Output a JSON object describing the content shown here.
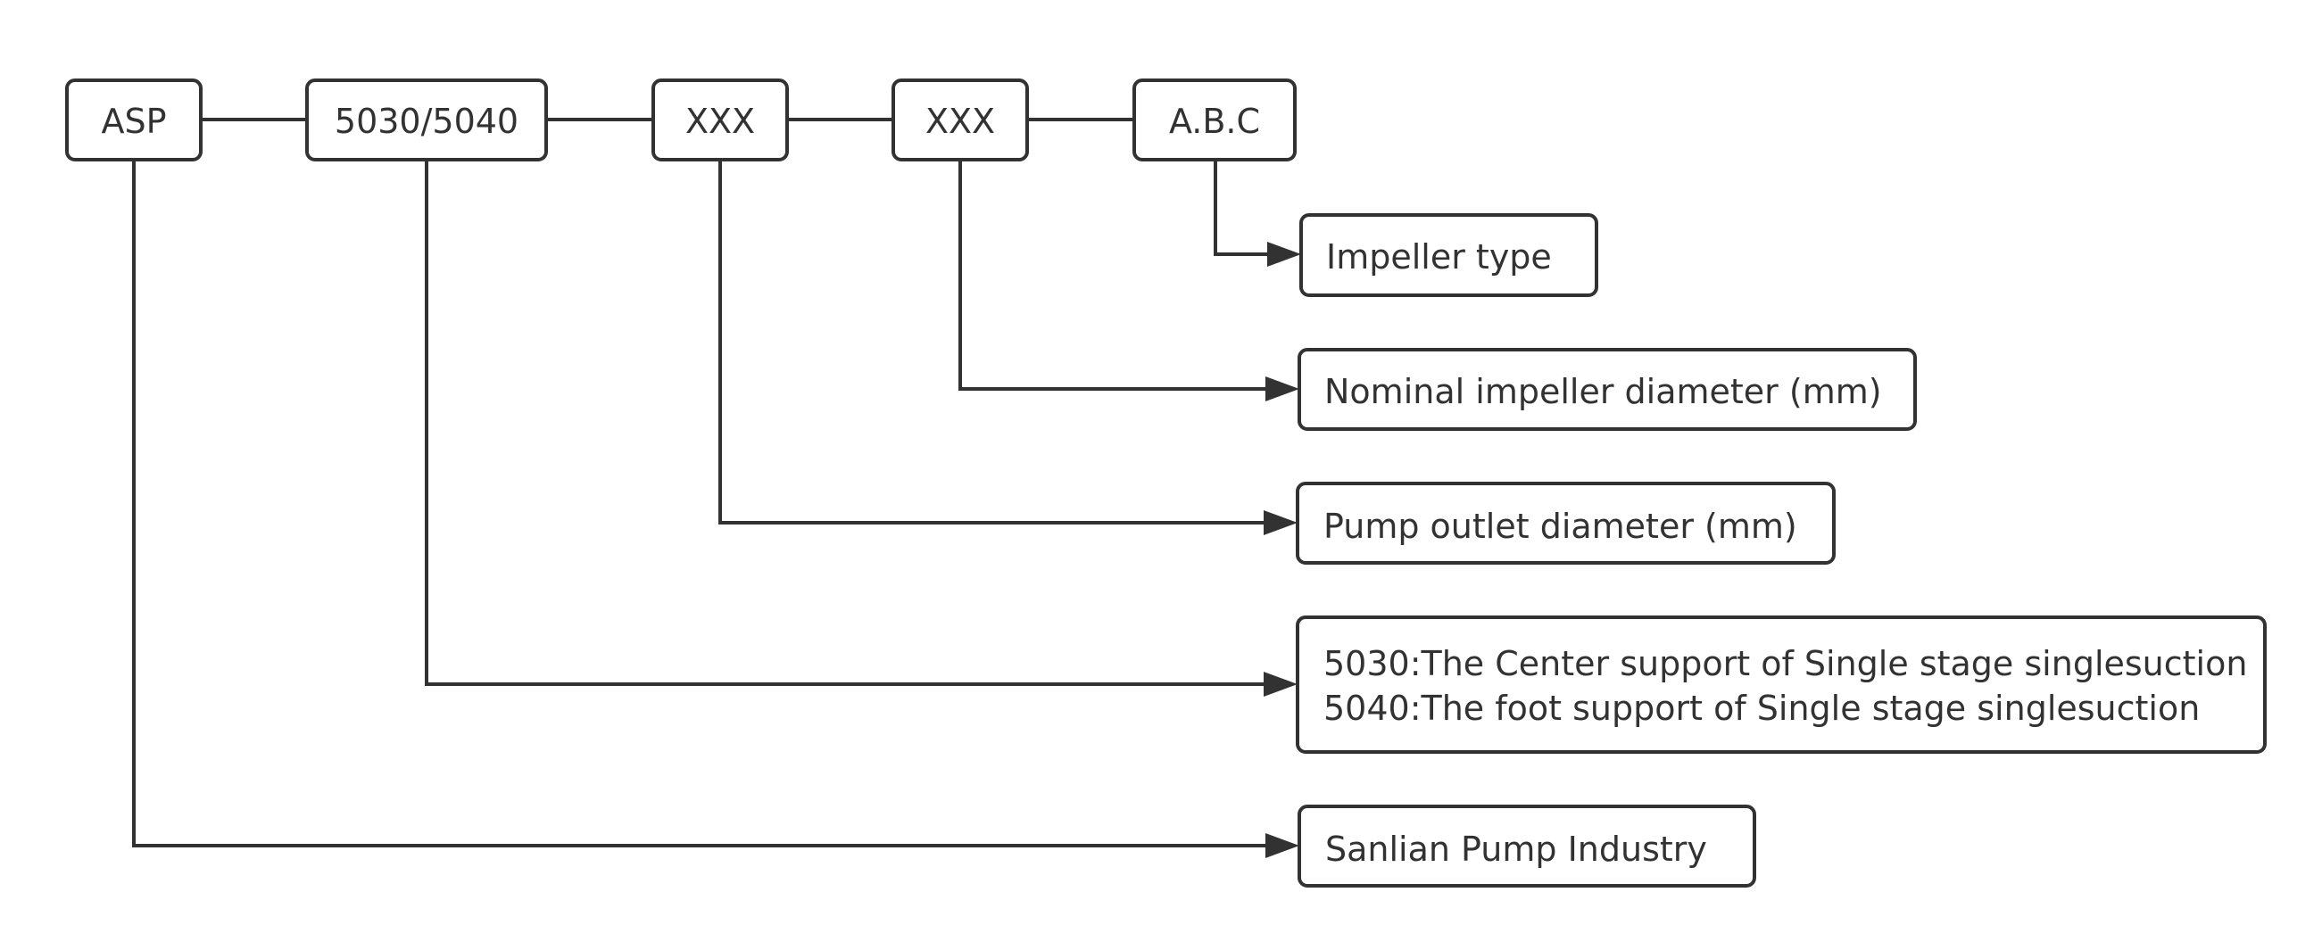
{
  "code_parts": [
    {
      "id": "asp",
      "label": "ASP"
    },
    {
      "id": "series",
      "label": "5030/5040"
    },
    {
      "id": "outlet",
      "label": "XXX"
    },
    {
      "id": "impeller-dia",
      "label": "XXX"
    },
    {
      "id": "impeller-type",
      "label": "A.B.C"
    }
  ],
  "descriptions": {
    "impeller_type": "Impeller type",
    "nominal_impeller_diameter": "Nominal impeller diameter (mm)",
    "pump_outlet_diameter": "Pump outlet diameter (mm)",
    "series_lines": [
      "5030:The Center support of Single stage singlesuction",
      "5040:The foot support of Single stage singlesuction"
    ],
    "manufacturer": "Sanlian Pump Industry"
  },
  "colors": {
    "stroke": "#323232",
    "background": "#ffffff"
  }
}
